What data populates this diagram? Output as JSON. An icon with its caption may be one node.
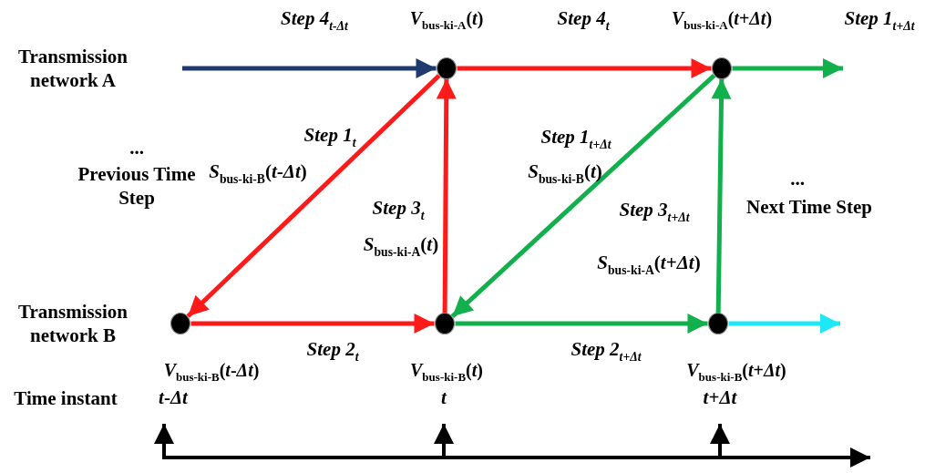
{
  "diagram": {
    "nodes": [
      {
        "text": [],
        "shape": "circle",
        "beside": [
          "*V*$_{bus-k}$$_{i}$$_{-A}$(*t*)"
        ]
      },
      {
        "text": [],
        "shape": "circle",
        "beside": [
          "*V*$_{bus-k}$$_{i}$$_{-A}$(*t*+*Δt*)"
        ]
      },
      {
        "text": [],
        "shape": "circle",
        "beside": [
          "*V*$_{bus-k}$$_{i}$$_{-B}$(*t*-*Δt*)"
        ]
      },
      {
        "text": [],
        "shape": "circle",
        "beside": [
          "*V*$_{bus-k}$$_{i}$$_{-B}$(*t*)"
        ]
      },
      {
        "text": [],
        "shape": "circle",
        "beside": [
          "*V*$_{bus-k}$$_{i}$$_{-B}$(*t*+*Δt*)"
        ]
      }
    ],
    "edges": [
      {
        "from": null,
        "to": 0,
        "arrow": "to",
        "label": "Step 4$_{t-Δt}$",
        "color": "#1f3a6e"
      },
      {
        "from": 0,
        "to": 1,
        "arrow": "to",
        "label": "Step 4$_{t}$",
        "color": "#ff1a1a"
      },
      {
        "from": 1,
        "to": null,
        "arrow": "to",
        "label": "Step 1$_{t+Δt}$",
        "color": "#12b04c"
      },
      {
        "from": 0,
        "to": 2,
        "arrow": "to",
        "label": "Step 1$_{t}$",
        "color": "#ff1a1a"
      },
      {
        "from": 2,
        "to": 3,
        "arrow": "to",
        "label": "Step 2$_{t}$",
        "color": "#ff1a1a"
      },
      {
        "from": 3,
        "to": 0,
        "arrow": "to",
        "label": "Step 3$_{t}$",
        "color": "#ff1a1a"
      },
      {
        "from": 1,
        "to": 3,
        "arrow": "to",
        "label": "Step 1$_{t+Δt}$",
        "color": "#12b04c"
      },
      {
        "from": 3,
        "to": 4,
        "arrow": "to",
        "label": "Step 2$_{t+Δt}$",
        "color": "#12b04c"
      },
      {
        "from": 4,
        "to": 1,
        "arrow": "to",
        "label": "Step 3$_{t+Δt}$",
        "color": "#12b04c"
      },
      {
        "from": 4,
        "to": null,
        "arrow": "to",
        "color": "#1ee8f5"
      }
    ],
    "labels": [
      "Transmission network A",
      "...",
      "Previous Time Step",
      "*S*$_{bus-k}$$_{i}$$_{-B}$(*t*-*Δt*)",
      "*S*$_{bus-k}$$_{i}$$_{-B}$(*t*)",
      "...",
      "Next Time Step",
      "*S*$_{bus-k}$$_{i}$$_{-A}$(*t*)",
      "*S*$_{bus-k}$$_{i}$$_{-A}$(*t*+*Δt*)",
      "Transmission network B",
      "Time instant",
      "*t*-*Δt*",
      "*t*",
      "*t*+*Δt*"
    ]
  }
}
